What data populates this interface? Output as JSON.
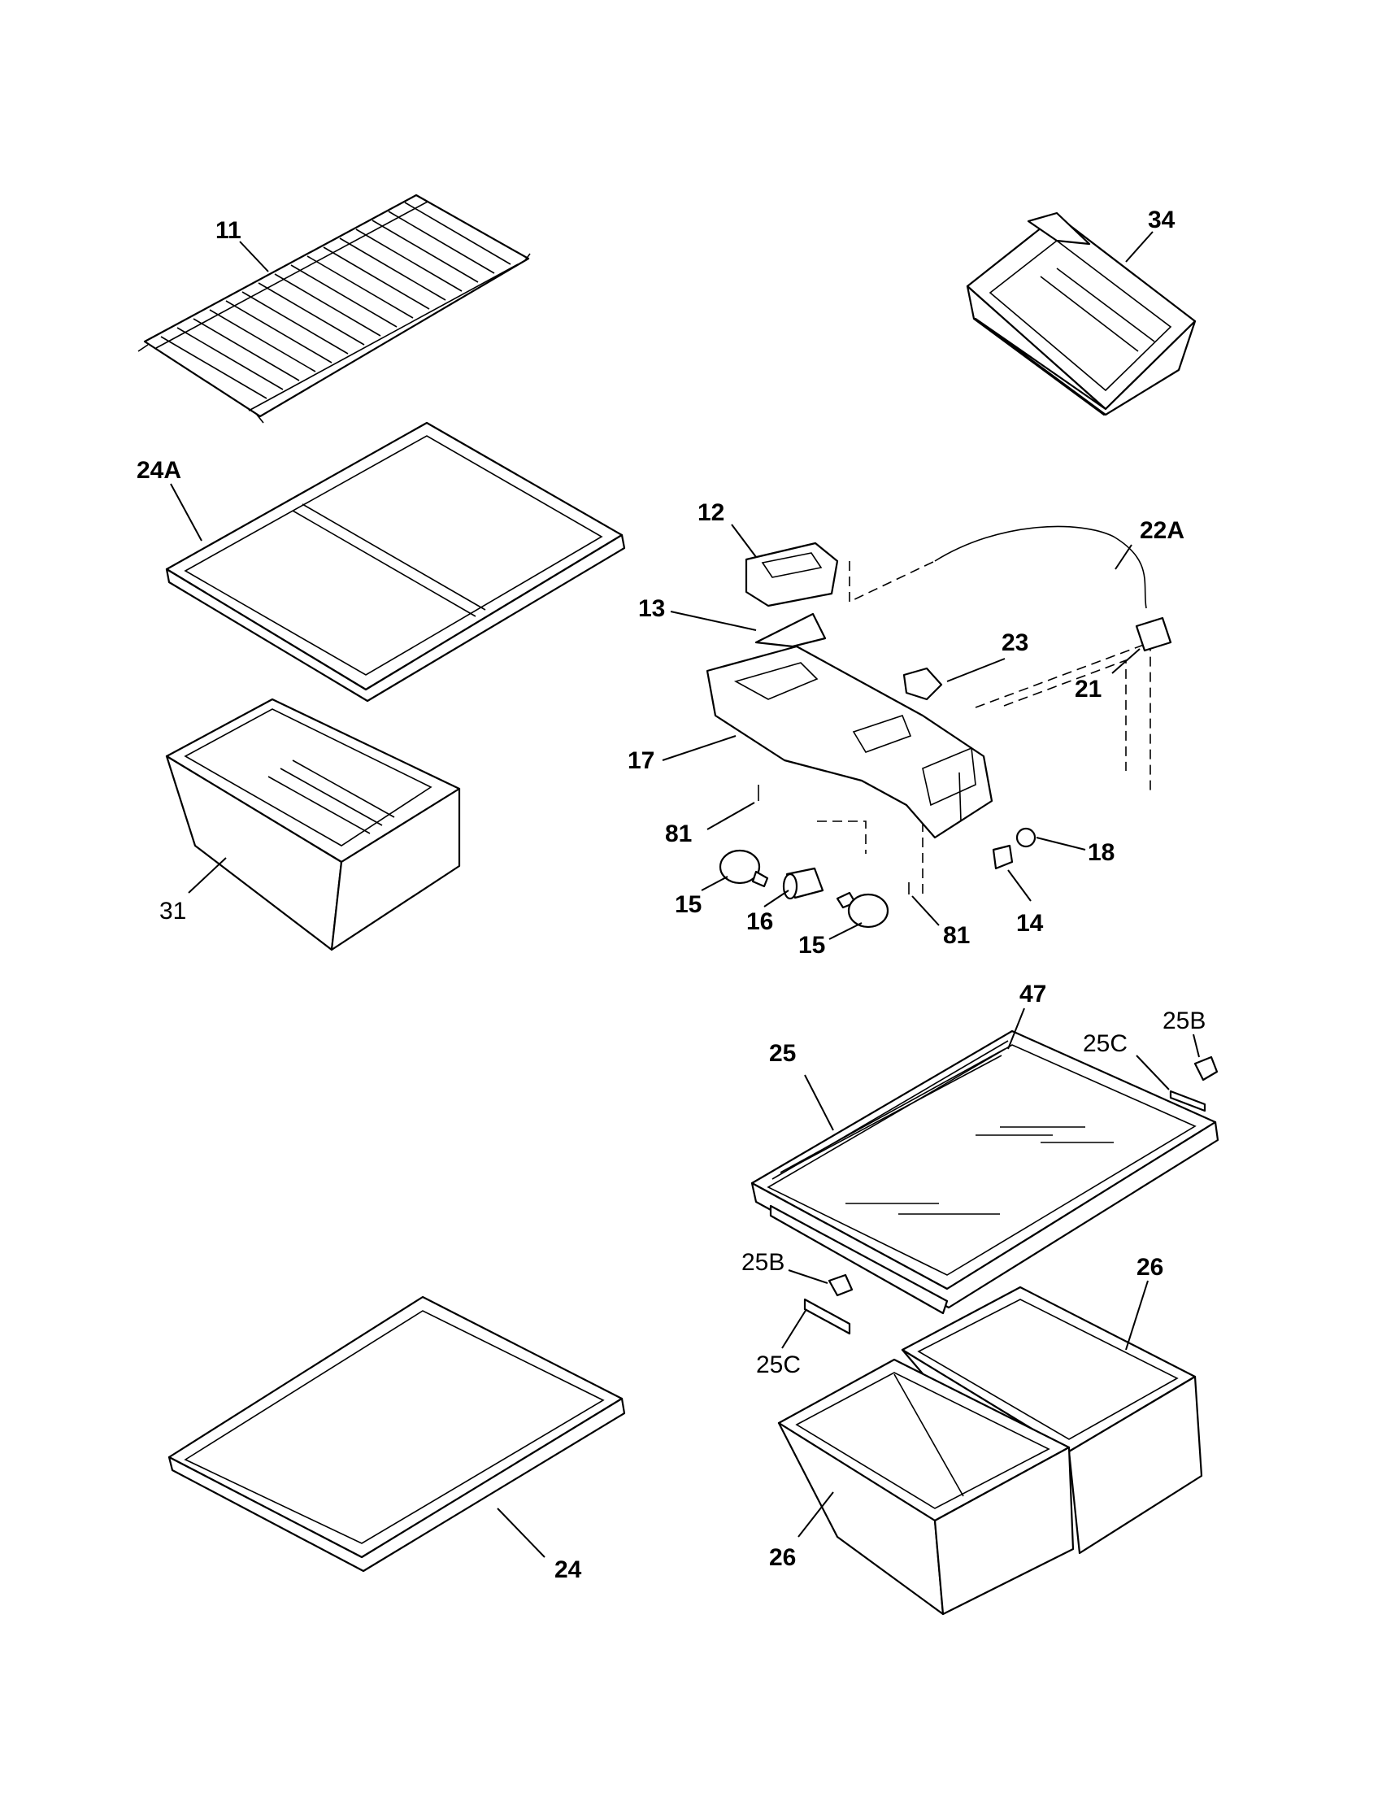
{
  "diagram": {
    "labels": {
      "p11": "11",
      "p34": "34",
      "p24a": "24A",
      "p12": "12",
      "p22a": "22A",
      "p13": "13",
      "p23": "23",
      "p21": "21",
      "p17": "17",
      "p81a": "81",
      "p18": "18",
      "p15a": "15",
      "p16": "16",
      "p31": "31",
      "p14": "14",
      "p81b": "81",
      "p15b": "15",
      "p47": "47",
      "p25": "25",
      "p25c_top": "25C",
      "p25b_top": "25B",
      "p25b_mid": "25B",
      "p26_top": "26",
      "p25c_mid": "25C",
      "p24": "24",
      "p26_bot": "26"
    }
  }
}
